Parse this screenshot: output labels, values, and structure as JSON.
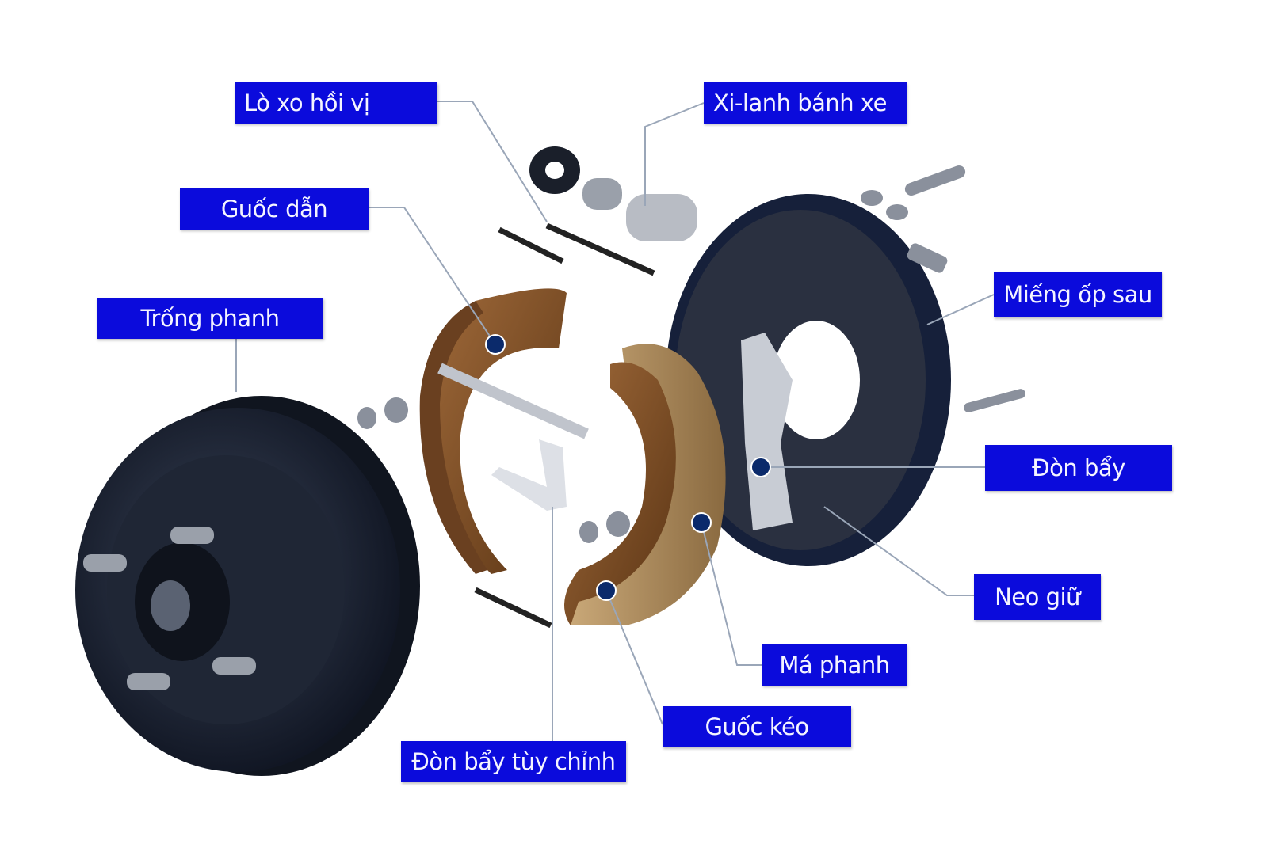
{
  "title": "Drum brake components",
  "colors": {
    "label_bg": "#0b0bdc",
    "leader": "#9aa6b8",
    "dot": "#0b2a6b",
    "shoe": "#7a4a22",
    "drum": "#1b2230"
  },
  "labels": {
    "return_spring": "Lò xo hồi vị",
    "wheel_cylinder": "Xi-lanh bánh xe",
    "leading_shoe": "Guốc dẫn",
    "brake_drum": "Trống phanh",
    "backing_plate": "Miếng ốp sau",
    "lever": "Đòn bẩy",
    "anchor": "Neo giữ",
    "brake_lining": "Má phanh",
    "trailing_shoe": "Guốc kéo",
    "adjuster_lever": "Đòn bẩy tùy chỉnh"
  }
}
